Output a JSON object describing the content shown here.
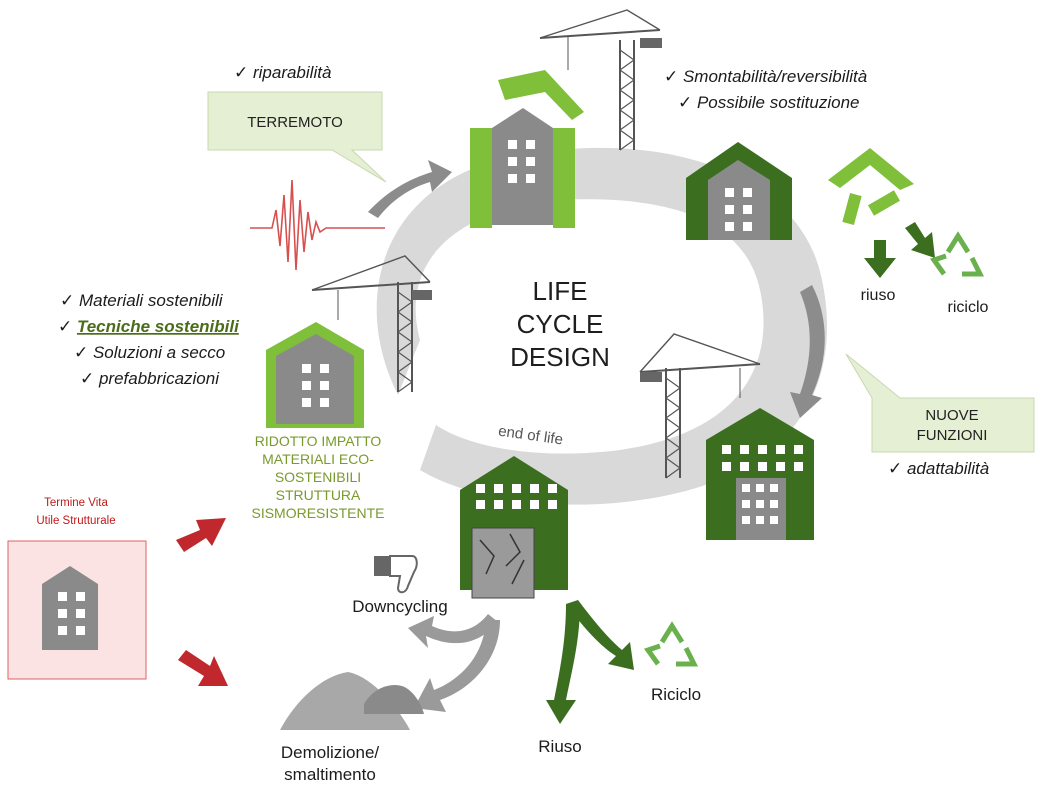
{
  "center_title": [
    "LIFE",
    "CYCLE",
    "DESIGN"
  ],
  "end_of_life": "end of life",
  "callouts": {
    "terremoto": "TERREMOTO",
    "nuove_funzioni": [
      "NUOVE",
      "FUNZIONI"
    ]
  },
  "checks": {
    "riparabilita": "riparabilità",
    "smontabilita": "Smontabilità/reversibilità",
    "sostituzione": "Possibile sostituzione",
    "materiali": "Materiali sostenibili",
    "tecniche": "Tecniche sostenibili",
    "secco": "Soluzioni a secco",
    "prefabbricazioni": "prefabbricazioni",
    "adattabilita": "adattabilità"
  },
  "green_block": [
    "RIDOTTO IMPATTO",
    "MATERIALI ECO-",
    "SOSTENIBILI",
    "STRUTTURA",
    "SISMORESISTENTE"
  ],
  "red_block": [
    "Termine Vita",
    "Utile Strutturale"
  ],
  "labels": {
    "riuso_top": "riuso",
    "riciclo_top": "riciclo",
    "downcycling": "Downcycling",
    "demolizione": [
      "Demolizione/",
      "smaltimento"
    ],
    "riuso_bottom": "Riuso",
    "riciclo_bottom": "Riciclo"
  },
  "colors": {
    "dark_green": "#3b6e1f",
    "light_green": "#8cc63f",
    "gray_building": "#8a8a8a",
    "ring_gray": "#d9d9d9",
    "callout_bg": "#e5efd4",
    "red_arrow": "#c0282d",
    "pink_box": "#fbe3e3"
  }
}
